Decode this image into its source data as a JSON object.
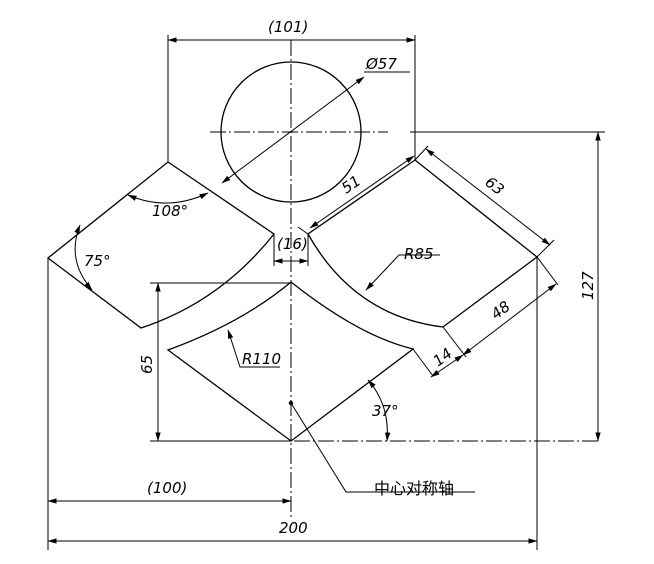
{
  "drawing": {
    "dimensions": {
      "top_width": "(101)",
      "diameter": "Ø57",
      "tilted_short": "51",
      "tilted_long": "63",
      "angle_top_left": "108°",
      "angle_left": "75°",
      "gap": "(16)",
      "radius_right": "R85",
      "right_width": "48",
      "right_small": "14",
      "height_total": "127",
      "height_left": "65",
      "radius_bottom": "R110",
      "angle_bottom": "37°",
      "half_width": "(100)",
      "total_width": "200"
    },
    "note": "中心对称轴"
  }
}
